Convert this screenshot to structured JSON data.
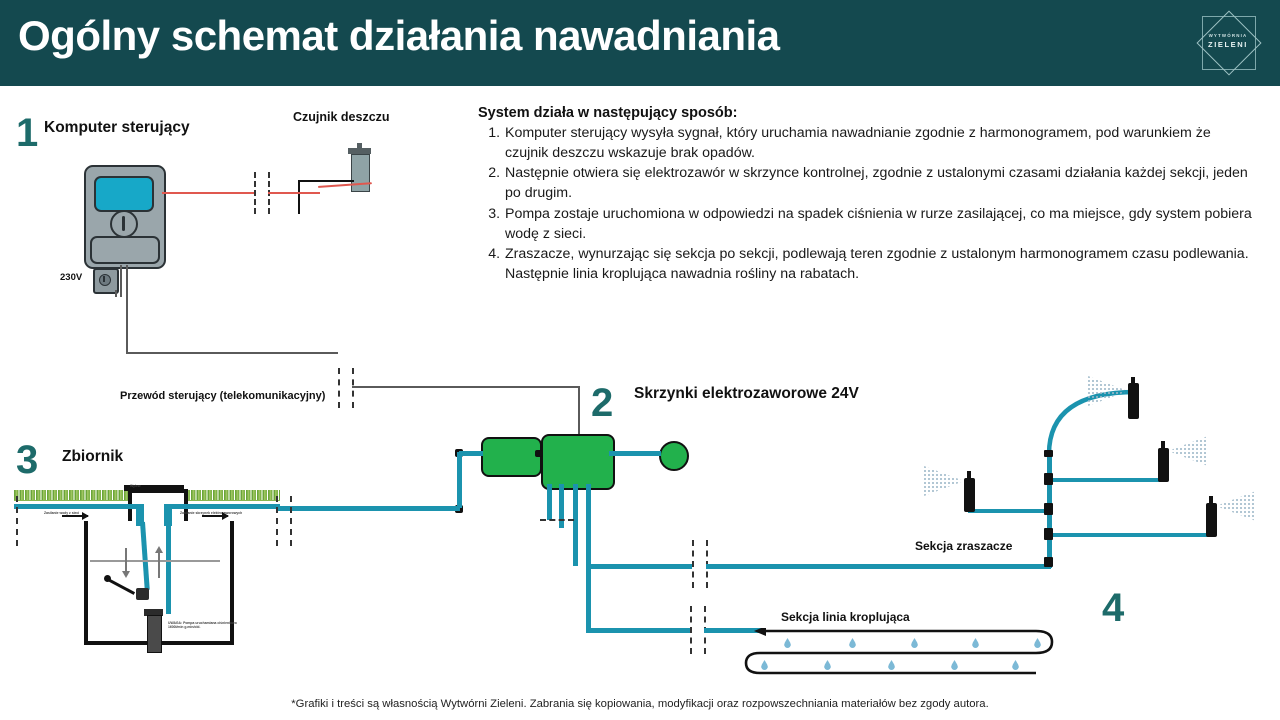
{
  "header": {
    "title": "Ogólny schemat działania nawadniania",
    "logo_line1": "WYTWÓRNIA",
    "logo_line2": "ZIELENI"
  },
  "instructions": {
    "heading": "System działa w następujący sposób:",
    "items": [
      "Komputer sterujący wysyła sygnał, który uruchamia nawadnianie zgodnie z harmonogramem, pod warunkiem że czujnik deszczu wskazuje brak opadów.",
      "Następnie otwiera się elektrozawór w skrzynce kontrolnej, zgodnie z ustalonymi czasami działania każdej sekcji, jeden po drugim.",
      "Pompa zostaje uruchomiona w odpowiedzi na spadek ciśnienia w rurze zasilającej, co ma miejsce, gdy system pobiera wodę z sieci.",
      "Zraszacze, wynurzając się sekcja po sekcji, podlewają teren zgodnie z ustalonym harmonogramem czasu podlewania. Następnie linia kroplująca nawadnia rośliny na rabatach."
    ]
  },
  "sections": {
    "controller": {
      "number": "1",
      "title": "Komputer sterujący",
      "power_label": "230V"
    },
    "rain_sensor": {
      "title": "Czujnik deszczu"
    },
    "control_cable": {
      "label": "Przewód sterujący (telekomunikacyjny)"
    },
    "valve_boxes": {
      "number": "2",
      "title": "Skrzynki elektrozaworowe 24V"
    },
    "tank": {
      "number": "3",
      "title": "Zbiornik",
      "inlet_label": "Zasilanie wody z sieci",
      "outlet_label": "Zasilanie skrzynek elektrozaworowych",
      "overflow_label": "Wylew",
      "pump_note": "UWAGA: Pompa uruchamiana ciśnieniowo 1600l/min g.min/obl."
    },
    "sprinklers": {
      "number": "4",
      "label": "Sekcja zraszacze"
    },
    "drip": {
      "label": "Sekcja linia kroplująca"
    }
  },
  "footer": {
    "disclaimer": "*Grafiki i treści są własnością Wytwórni Zieleni. Zabrania się kopiowania, modyfikacji oraz rozpowszechniania materiałów bez zgody autora."
  },
  "colors": {
    "header_teal": "#14494f",
    "accent_teal": "#1d6b6a",
    "pipe_blue": "#1b93ae",
    "valve_green": "#22b14c",
    "screen_cyan": "#17a8c8",
    "wire_red": "#e0584f"
  }
}
